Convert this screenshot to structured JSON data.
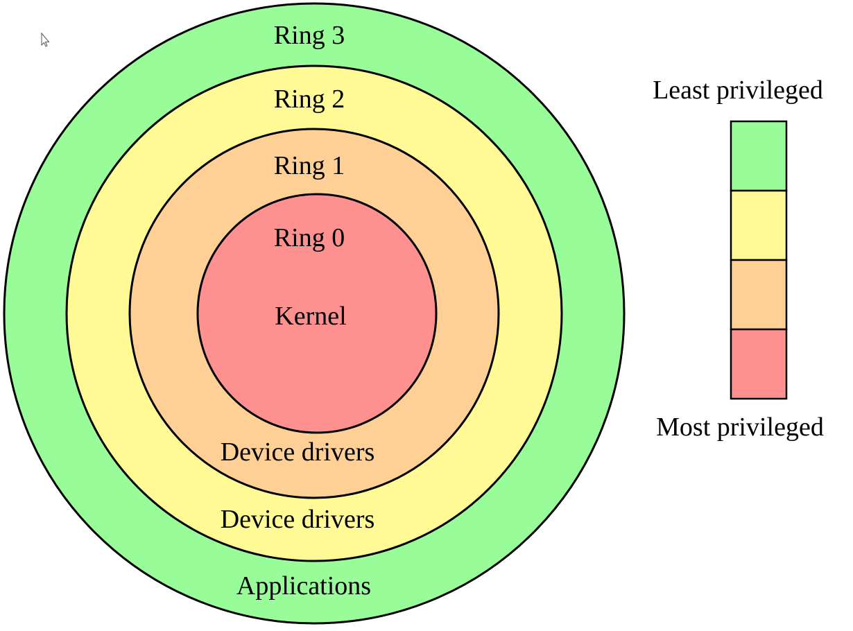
{
  "rings": [
    {
      "id": "ring-3",
      "name": "Ring 3",
      "content": "Applications",
      "color": "#98fc98"
    },
    {
      "id": "ring-2",
      "name": "Ring 2",
      "content": "Device drivers",
      "color": "#fffa96"
    },
    {
      "id": "ring-1",
      "name": "Ring 1",
      "content": "Device drivers",
      "color": "#fed095"
    },
    {
      "id": "ring-0",
      "name": "Ring 0",
      "content": "Kernel",
      "color": "#ff9090"
    }
  ],
  "legend": {
    "top_label": "Least privileged",
    "bottom_label": "Most privileged",
    "colors": [
      "#98fc98",
      "#fffa96",
      "#fed095",
      "#ff9090"
    ]
  },
  "icons": {
    "cursor": "mouse-pointer-icon"
  }
}
